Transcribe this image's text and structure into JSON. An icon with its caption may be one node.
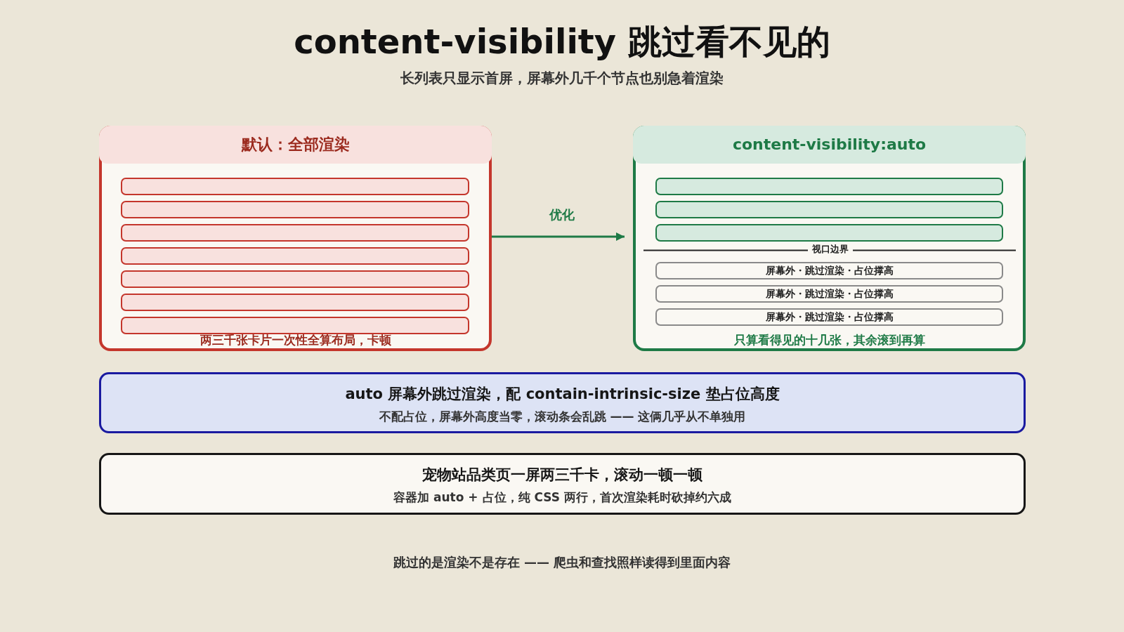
{
  "diagram": {
    "title": "content-visibility 跳过看不见的",
    "nodes": [
      {
        "text": [
          "默认：全部渲染",
          "两三千张卡片一次性全算布局，卡顿"
        ]
      },
      {
        "text": [],
        "shape": "bar",
        "in": 0
      },
      {
        "text": [],
        "shape": "bar",
        "in": 0
      },
      {
        "text": [],
        "shape": "bar",
        "in": 0
      },
      {
        "text": [],
        "shape": "bar",
        "in": 0
      },
      {
        "text": [],
        "shape": "bar",
        "in": 0
      },
      {
        "text": [],
        "shape": "bar",
        "in": 0
      },
      {
        "text": [],
        "shape": "bar",
        "in": 0
      },
      {
        "text": [
          "content-visibility:auto",
          "只算看得见的十几张，其余滚到再算"
        ]
      },
      {
        "text": [],
        "shape": "bar",
        "in": 8
      },
      {
        "text": [],
        "shape": "bar",
        "in": 8
      },
      {
        "text": [],
        "shape": "bar",
        "in": 8
      },
      {
        "text": [
          "屏幕外・跳过渲染・占位撑高"
        ],
        "in": 8
      },
      {
        "text": [
          "屏幕外・跳过渲染・占位撑高"
        ],
        "in": 8
      },
      {
        "text": [
          "屏幕外・跳过渲染・占位撑高"
        ],
        "in": 8
      },
      {
        "text": [
          "auto 屏幕外跳过渲染，配 contain-intrinsic-size 垫占位高度",
          "不配占位，屏幕外高度当零，滚动条会乱跳 —— 这俩几乎从不单独用"
        ]
      },
      {
        "text": [
          "宠物站品类页一屏两三千卡，滚动一顿一顿",
          "容器加 auto + 占位，纯 CSS 两行，首次渲染耗时砍掉约六成"
        ]
      }
    ],
    "edges": [
      {
        "from": 0,
        "to": 8,
        "arrow": "to",
        "label": "优化",
        "color": "#1e7a46"
      }
    ],
    "labels": [
      "长列表只显示首屏，屏幕外几千个节点也别急着渲染",
      "视口边界",
      "跳过的是渲染不是存在 —— 爬虫和查找照样读得到里面内容"
    ]
  }
}
